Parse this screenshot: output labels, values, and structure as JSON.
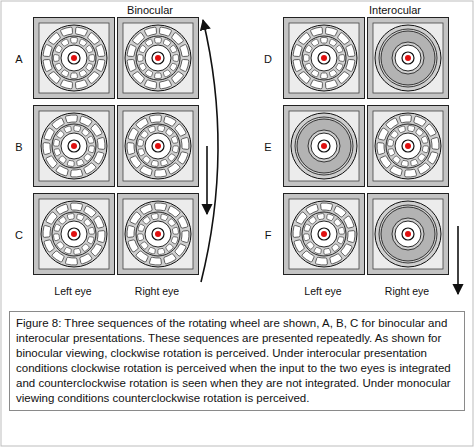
{
  "diagram": {
    "caption": "Figure 8: Three sequences of the rotating wheel are shown, A, B, C for binocular and interocular presentations. These sequences are presented repeatedly. As shown for binocular viewing, clockwise rotation is perceived. Under interocular presentation conditions clockwise rotation is perceived when the input to the two eyes is integrated and counterclockwise rotation is seen when they are not integrated. Under monocular viewing conditions counterclockwise rotation is perceived.",
    "labels": [
      "Binocular",
      "Interocular",
      "A",
      "B",
      "C",
      "D",
      "E",
      "F",
      "Left eye",
      "Right eye",
      "Left eye",
      "Right eye"
    ]
  }
}
